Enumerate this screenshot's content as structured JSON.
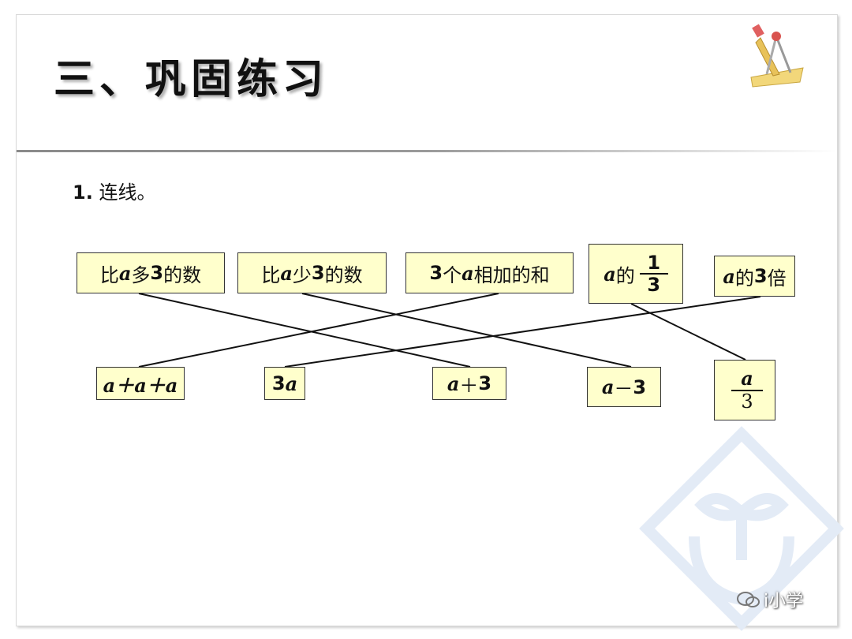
{
  "slide": {
    "title": "三、巩固练习",
    "question_number": "1.",
    "question_text": "连线。"
  },
  "top_boxes": [
    {
      "pre": "比",
      "var": "a",
      "post": "多",
      "num": "3",
      "tail": "的数"
    },
    {
      "pre": "比",
      "var": "a",
      "post": "少",
      "num": "3",
      "tail": "的数"
    },
    {
      "pre": "",
      "num": "3",
      "post": "个",
      "var": "a",
      "tail": "相加的和"
    },
    {
      "var": "a",
      "post": "的",
      "frac_num": "1",
      "frac_den": "3"
    },
    {
      "var": "a",
      "post": "的",
      "num": "3",
      "tail": "倍"
    }
  ],
  "bottom_boxes": [
    {
      "text": "a＋a＋a"
    },
    {
      "num": "3",
      "var": "a"
    },
    {
      "var": "a",
      "op": "＋",
      "num": "3"
    },
    {
      "var": "a",
      "op": "－",
      "num": "3"
    },
    {
      "frac_num": "a",
      "frac_den": "3"
    }
  ],
  "brand": {
    "label": "i小学",
    "icon": "wechat-icon"
  },
  "colors": {
    "box_fill": "#ffffcc",
    "text": "#111111"
  }
}
